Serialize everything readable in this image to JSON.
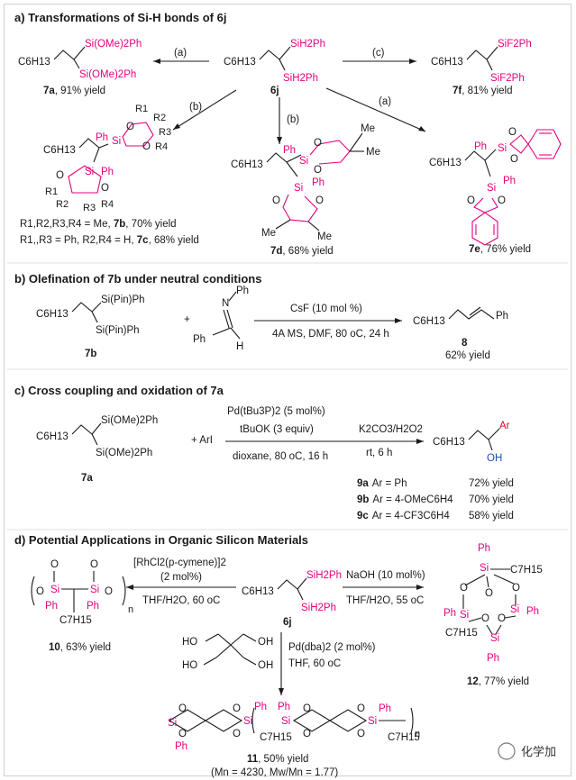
{
  "sections": {
    "a": "a) Transformations of Si-H bonds of 6j",
    "b": "b) Olefination of 7b under neutral conditions",
    "c": "c) Cross coupling and oxidation of 7a",
    "d": "d) Potential Applications in Organic Silicon Materials"
  },
  "a": {
    "c6h13": "C6H13",
    "sih2ph": "SiH2Ph",
    "si_ome_ph": "Si(OMe)2Ph",
    "sif2ph": "SiF2Ph",
    "ph": "Ph",
    "si": "Si",
    "o": "O",
    "me": "Me",
    "step_a": "(a)",
    "step_b": "(b)",
    "step_c": "(c)",
    "cmpd_6j": "6j",
    "y7a_id": "7a",
    "y7a": ", 91% yield",
    "y7f_id": "7f",
    "y7f": ", 81% yield",
    "y7d_id": "7d",
    "y7d": ", 68% yield",
    "y7e_id": "7e",
    "y7e": ", 76% yield",
    "r1": "R1",
    "r2": "R2",
    "r3": "R3",
    "r4": "R4",
    "note1_a": "R1,R2,R3,R4 = Me, ",
    "note1_id": "7b",
    "note1_b": ", 70% yield",
    "note2_a": "R1,,R3 = Ph, R2,R4 = H, ",
    "note2_id": "7c",
    "note2_b": ", 68% yield"
  },
  "b": {
    "si_pin_ph": "Si(Pin)Ph",
    "plus": "+",
    "reagent": "CsF (10 mol %)",
    "cond": "4A MS, DMF, 80 oC, 24 h",
    "n": "N",
    "ph": "Ph",
    "hh": "H",
    "sm_id": "7b",
    "prod_id": "8",
    "prod_yield": "62% yield"
  },
  "c": {
    "si_ome_ph": "Si(OMe)2Ph",
    "plus_arl": "+  ArI",
    "cat": "Pd(tBu3P)2 (5 mol%)",
    "base": "tBuOK (3 equiv)",
    "cond1": "dioxane, 80 oC, 16 h",
    "ox": "K2CO3/H2O2",
    "cond2": "rt, 6 h",
    "ar": "Ar",
    "oh": "OH",
    "sm_id": "7a",
    "rows": [
      {
        "id": "9a",
        "ar": "Ar = Ph",
        "yield": "72% yield"
      },
      {
        "id": "9b",
        "ar": "Ar = 4-OMeC6H4",
        "yield": "70% yield"
      },
      {
        "id": "9c",
        "ar": "Ar = 4-CF3C6H4",
        "yield": "58% yield"
      }
    ]
  },
  "d": {
    "cat_left": "[RhCl2(p-cymene)]2",
    "cat_left2": "(2 mol%)",
    "cond_left": "THF/H2O, 60 oC",
    "cat_right": "NaOH (10 mol%)",
    "cond_right": "THF/H2O, 55 oC",
    "cat_down": "Pd(dba)2 (2 mol%)",
    "cond_down": "THF, 60 oC",
    "c7h15": "C7H15",
    "oh": "OH",
    "ho": "HO",
    "n": "n",
    "y10_id": "10",
    "y10": ", 63% yield",
    "y12_id": "12",
    "y12": ", 77% yield",
    "y11_id": "11",
    "y11": ", 50% yield",
    "mn": "(Mn = 4230, Mw/Mn = 1.77)"
  },
  "watermark": "化学加"
}
